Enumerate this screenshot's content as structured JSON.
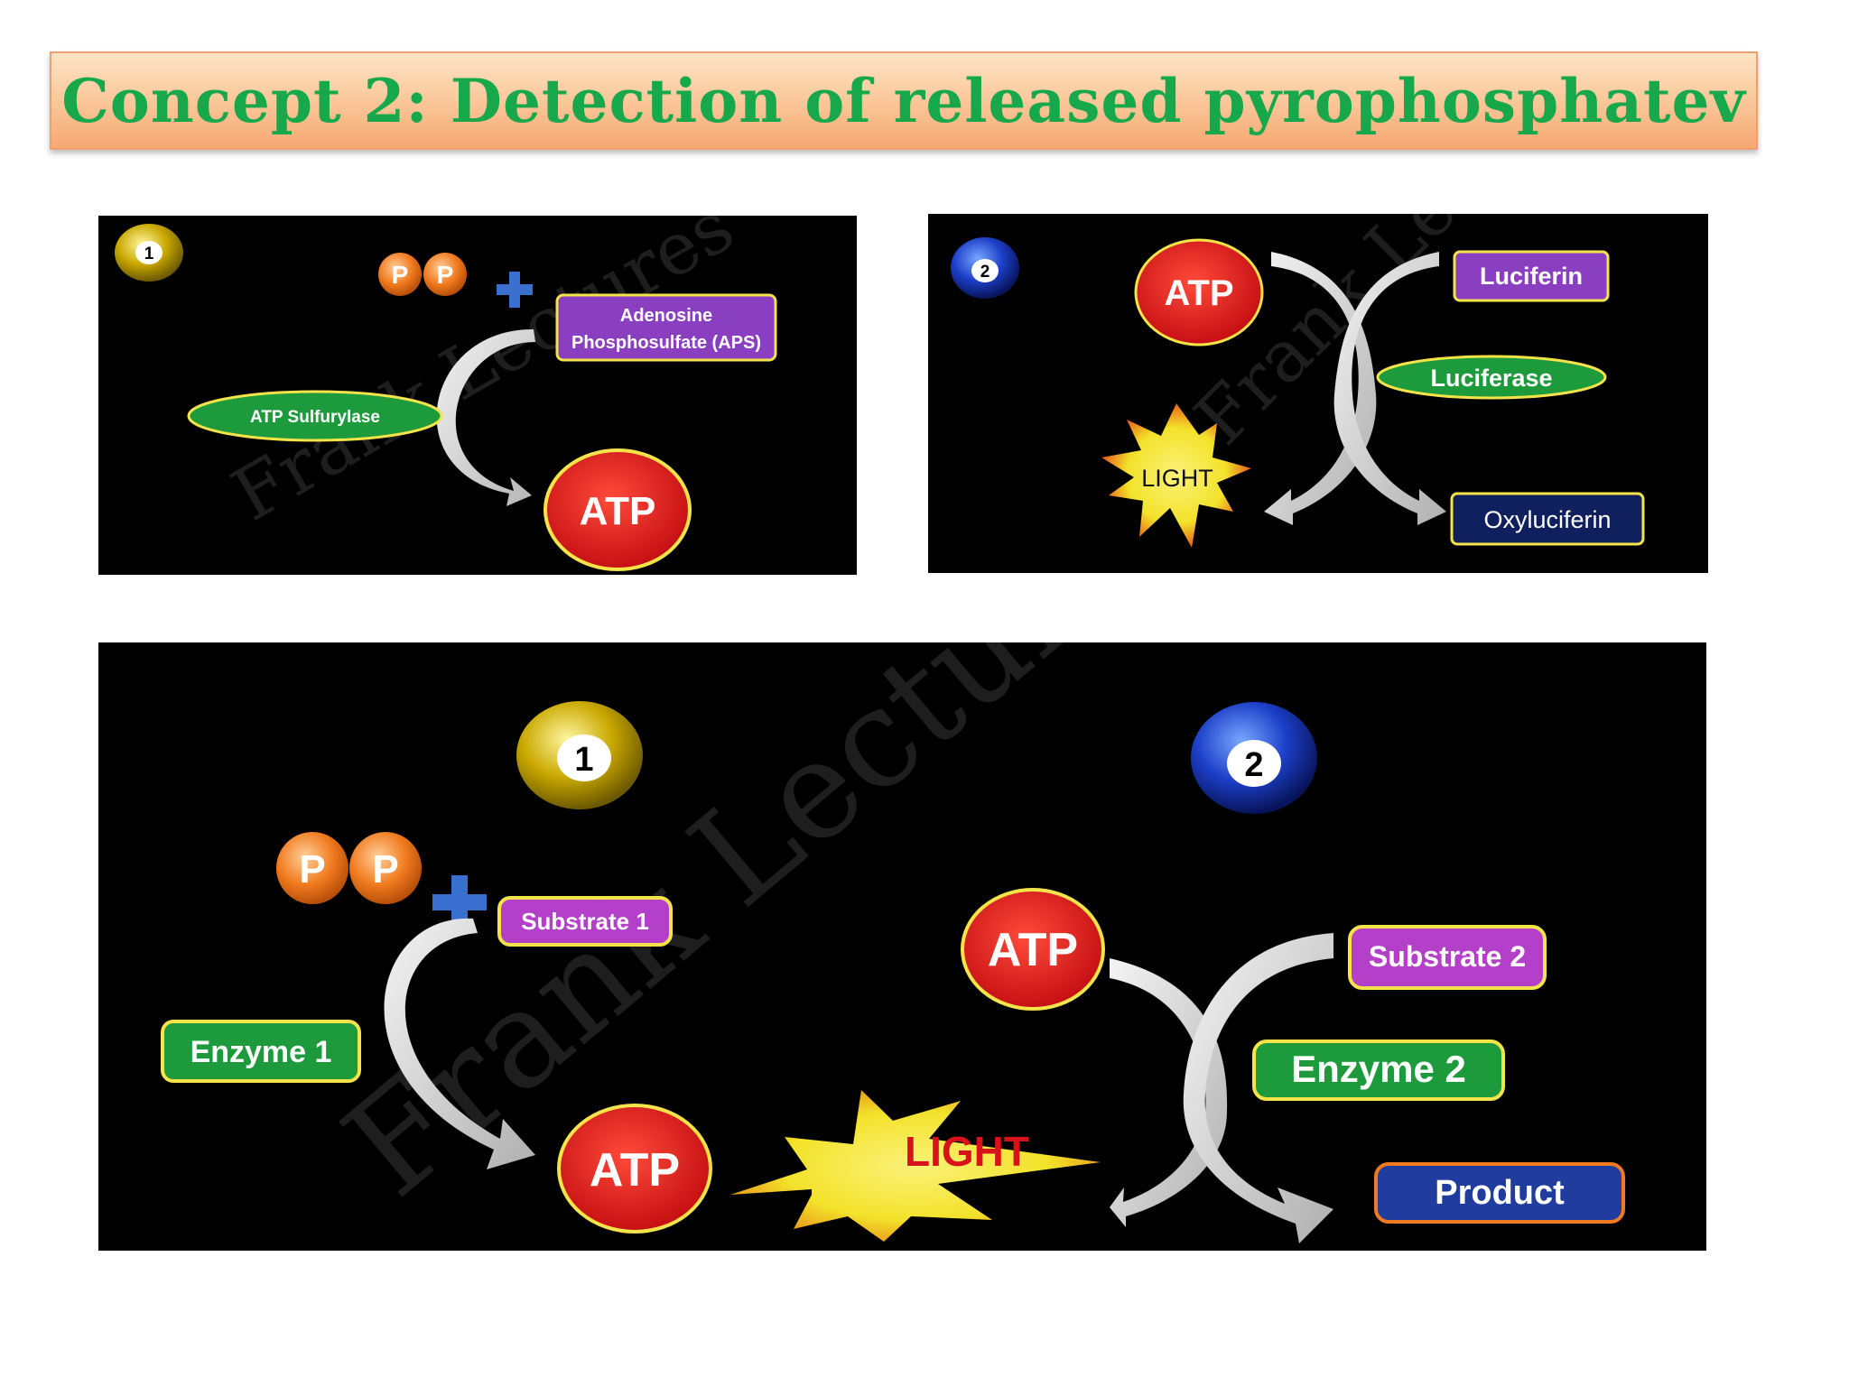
{
  "title": "Concept 2: Detection of released pyrophosphatev",
  "colors": {
    "title_text": "#17a84c",
    "enzyme_green": "#1d9a3c",
    "substrate_purple": "#8a3fc0",
    "substrate_magenta": "#b43fc8",
    "atp_red": "#d8121a",
    "pp_orange": "#f07a1e",
    "product_blue": "#1f3c9e",
    "light_yellow": "#f3e22a"
  },
  "watermark": "Frank Lectures",
  "panel1": {
    "step": "1",
    "pp": [
      "P",
      "P"
    ],
    "plus": "+",
    "substrate": [
      "Adenosine",
      "Phosphosulfate (APS)"
    ],
    "enzyme": "ATP Sulfurylase",
    "product": "ATP"
  },
  "panel2": {
    "step": "2",
    "atp": "ATP",
    "substrate": "Luciferin",
    "enzyme": "Luciferase",
    "light": "LIGHT",
    "product": "Oxyluciferin"
  },
  "panel3": {
    "step1": "1",
    "step2": "2",
    "pp": [
      "P",
      "P"
    ],
    "plus": "+",
    "substrate1": "Substrate 1",
    "enzyme1": "Enzyme 1",
    "atp_out": "ATP",
    "atp_in": "ATP",
    "substrate2": "Substrate 2",
    "enzyme2": "Enzyme 2",
    "light": "LIGHT",
    "product": "Product"
  }
}
